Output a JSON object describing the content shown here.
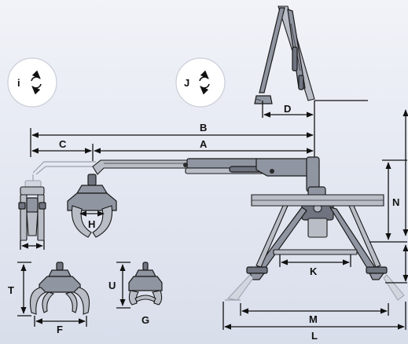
{
  "labels": {
    "B": "B",
    "C": "C",
    "A": "A",
    "D": "D",
    "N": "N",
    "K": "K",
    "M": "M",
    "L": "L",
    "H": "H",
    "T": "T",
    "F": "F",
    "U": "U",
    "G": "G",
    "I": "i",
    "J": "J"
  },
  "rotation_icon": "rotation-arrows-icon",
  "colors": {
    "background_top": "#f1f3f8",
    "background_bottom": "#d9deeb",
    "steel": "#8f95a1",
    "line": "#111111"
  }
}
